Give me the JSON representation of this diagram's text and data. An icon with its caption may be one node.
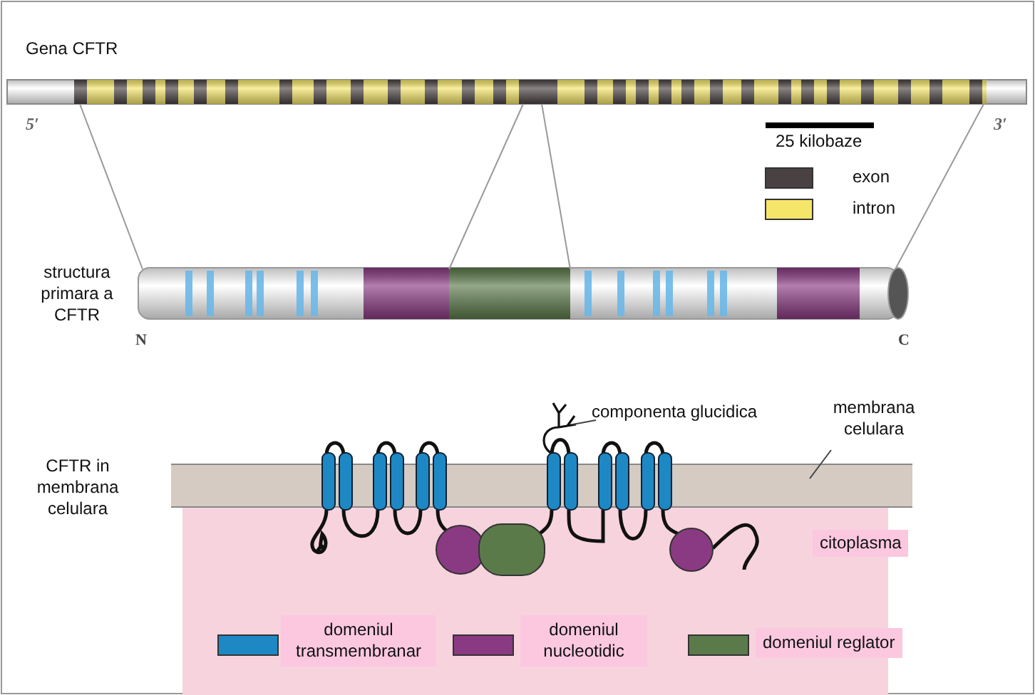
{
  "diagram": {
    "nodes": [
      {
        "text": [],
        "shape": "bar"
      },
      {
        "text": [],
        "shape": "bar"
      },
      {
        "text": [
          "componenta glucidica"
        ]
      },
      {
        "text": [],
        "shape": "picture"
      },
      {
        "text": [
          "membrana celulara"
        ]
      },
      {
        "text": [],
        "shape": "bar"
      }
    ],
    "edges": [
      {
        "from": 0,
        "to": 1,
        "arrow": "none"
      },
      {
        "from": 0,
        "to": 1,
        "arrow": "none"
      },
      {
        "from": 0,
        "to": 1,
        "arrow": "none"
      },
      {
        "from": 0,
        "to": 1,
        "arrow": "none"
      },
      {
        "from": 2,
        "to": 3,
        "arrow": "none"
      },
      {
        "from": 4,
        "to": 5,
        "arrow": "none"
      }
    ],
    "labels": [
      "Gena CFTR",
      "5′",
      "25 kilobaze",
      "3′",
      "structura primara a CFTR",
      "N",
      "C",
      "CFTR in membrana celulara",
      "citoplasma"
    ],
    "legend": [
      {
        "text": "exon",
        "color": "#4a4242"
      },
      {
        "text": "intron",
        "color": "#f5e66a"
      },
      {
        "text": "domeniul transmembranar",
        "color": "#1e88c4"
      },
      {
        "text": "domeniul nucleotidic",
        "color": "#8a3a82"
      },
      {
        "text": "domeniul reglator",
        "color": "#5b7a4a"
      }
    ]
  }
}
